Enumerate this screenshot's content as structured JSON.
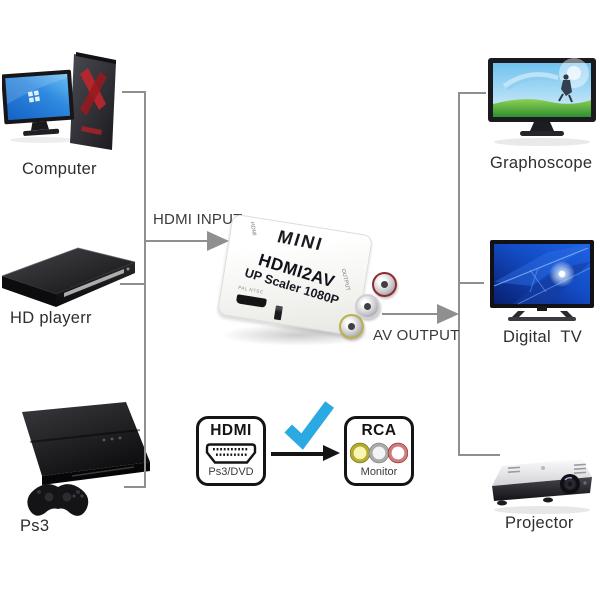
{
  "canvas": {
    "background": "#ffffff",
    "line_color": "#8f8f8f"
  },
  "left_column": {
    "devices": [
      {
        "label": "Computer"
      },
      {
        "label": "HD playerr"
      },
      {
        "label": "Ps3"
      }
    ]
  },
  "right_column": {
    "devices": [
      {
        "label": "Graphoscope"
      },
      {
        "label": "Digital  TV"
      },
      {
        "label": "Projector"
      }
    ]
  },
  "connections": {
    "input_label": "HDMI INPUT",
    "output_label": "AV OUTPUT"
  },
  "converter": {
    "brand": "MINI",
    "model": "HDMI2AV",
    "subtitle": "UP Scaler 1080P",
    "left_edge_text": "HDMI",
    "right_edge_text": "OUTPUT",
    "front_text": "PAL NTSC",
    "jack_ring_colors": {
      "top": "#8f2b30",
      "middle": "#cfcfd4",
      "bottom": "#b9b14b"
    }
  },
  "legend": {
    "source_title": "HDMI",
    "source_subtitle": "Ps3/DVD",
    "target_title": "RCA",
    "target_subtitle": "Monitor",
    "check_color": "#2aa9e2",
    "rca_jacks": [
      {
        "fill": "#f9f5b4",
        "ring": "#b5ad2f",
        "outline": "#6e6a1d"
      },
      {
        "fill": "#f4f4f4",
        "ring": "#ababab",
        "outline": "#7b7b7b"
      },
      {
        "fill": "#ffffff",
        "ring": "#d07c7c",
        "outline": "#8c2222"
      }
    ]
  }
}
